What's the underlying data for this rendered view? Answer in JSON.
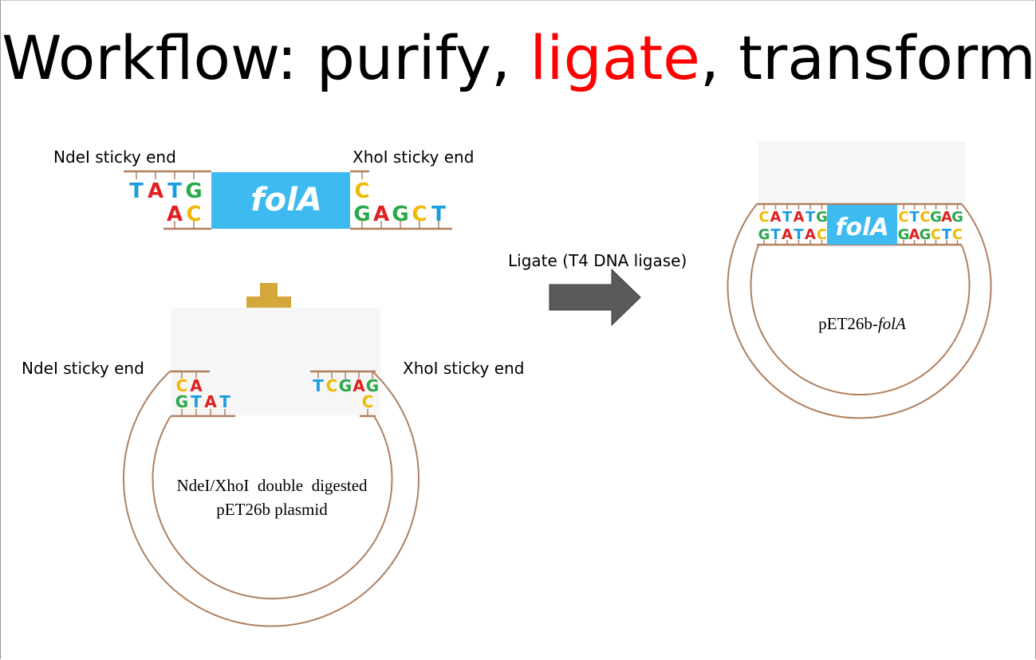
{
  "title": {
    "part1": "Workflow: purify, ",
    "highlight": "ligate",
    "part2": ", transform",
    "highlight_color": "#ff0000"
  },
  "insert": {
    "ndei_label": "NdeI sticky end",
    "xhoi_label": "XhoI sticky end",
    "gene": "folA",
    "left_top": [
      "T",
      "A",
      "T",
      "G"
    ],
    "left_bottom": [
      "A",
      "C"
    ],
    "right_top": [
      "C"
    ],
    "right_bottom": [
      "G",
      "A",
      "G",
      "C",
      "T"
    ]
  },
  "vector": {
    "ndei_label": "NdeI sticky end",
    "xhoi_label": "XhoI sticky end",
    "left_top": [
      "C",
      "A"
    ],
    "left_bottom": [
      "G",
      "T",
      "A",
      "T"
    ],
    "right_top": [
      "T",
      "C",
      "G",
      "A",
      "G"
    ],
    "right_bottom": [
      "C"
    ],
    "caption_line1": "NdeI/XhoI  double  digested",
    "caption_line2": "pET26b plasmid"
  },
  "arrow": {
    "label": "Ligate (T4 DNA ligase)"
  },
  "product": {
    "gene": "folA",
    "left_top": [
      "C",
      "A",
      "T",
      "A",
      "T",
      "G"
    ],
    "left_bottom": [
      "G",
      "T",
      "A",
      "T",
      "A",
      "C"
    ],
    "right_top": [
      "C",
      "T",
      "C",
      "G",
      "A",
      "G"
    ],
    "right_bottom": [
      "G",
      "A",
      "G",
      "C",
      "T",
      "C"
    ],
    "caption_prefix": "pET26b-",
    "caption_gene": "folA"
  },
  "colors": {
    "A": "#e02020",
    "T": "#1a9de0",
    "G": "#2aa84a",
    "C": "#f0b800",
    "gene_box": "#3dbaf0",
    "backbone": "#b08060",
    "plus": "#d4a73a",
    "arrow": "#5a5a5a"
  }
}
